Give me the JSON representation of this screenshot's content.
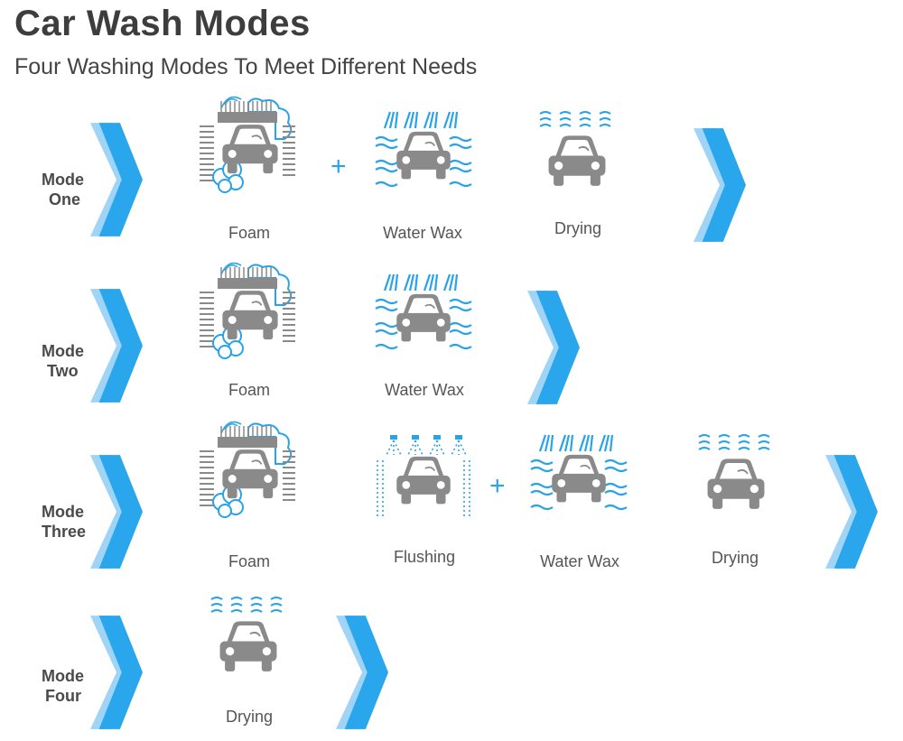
{
  "header": {
    "title": "Car Wash Modes",
    "subtitle": "Four Washing Modes To Meet Different Needs"
  },
  "colors": {
    "chevron_light": "#9fd4f7",
    "chevron_dark": "#2aa6ec",
    "car_gray": "#8a8a8a",
    "water_blue": "#29a3e8",
    "plus_blue": "#29a3e8"
  },
  "modes": [
    {
      "label_line1": "Mode",
      "label_line2": "One",
      "steps": [
        {
          "label": "Foam",
          "icon": "foam-brush-car-icon"
        },
        {
          "label": "Water Wax",
          "icon": "water-wax-car-icon"
        },
        {
          "label": "Drying",
          "icon": "drying-car-icon"
        }
      ],
      "plus": "+"
    },
    {
      "label_line1": "Mode",
      "label_line2": "Two",
      "steps": [
        {
          "label": "Foam",
          "icon": "foam-brush-car-icon"
        },
        {
          "label": "Water Wax",
          "icon": "water-wax-car-icon"
        }
      ]
    },
    {
      "label_line1": "Mode",
      "label_line2": "Three",
      "steps": [
        {
          "label": "Foam",
          "icon": "foam-brush-car-icon"
        },
        {
          "label": "Flushing",
          "icon": "flushing-car-icon"
        },
        {
          "label": "Water Wax",
          "icon": "water-wax-car-icon"
        },
        {
          "label": "Drying",
          "icon": "drying-car-icon"
        }
      ],
      "plus": "+"
    },
    {
      "label_line1": "Mode",
      "label_line2": "Four",
      "steps": [
        {
          "label": "Drying",
          "icon": "drying-car-icon"
        }
      ]
    }
  ]
}
